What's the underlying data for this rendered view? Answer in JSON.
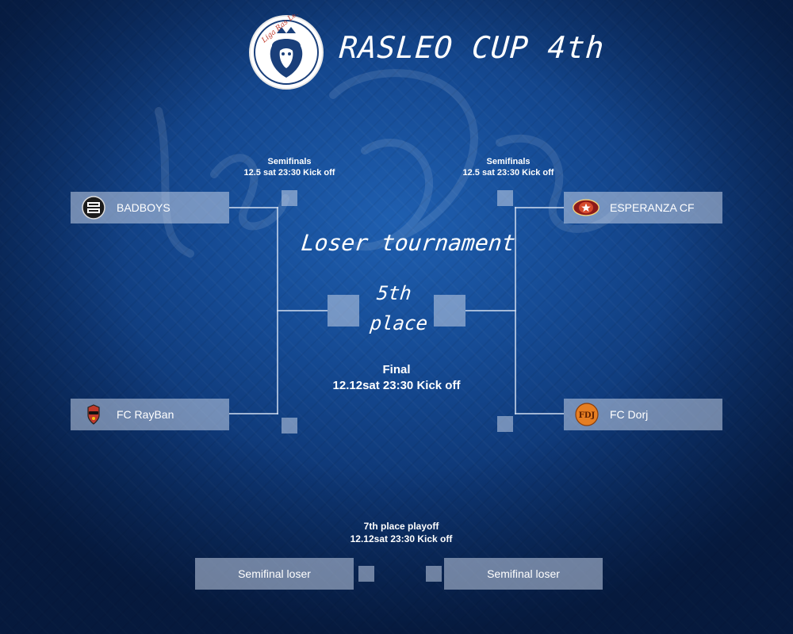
{
  "header": {
    "title": "RASLEO CUP 4th",
    "logo_text": "Liga Ras Leone"
  },
  "subtitle": {
    "tournament": "Loser tournament",
    "place_line1": "5th",
    "place_line2": "place"
  },
  "left_semifinal": {
    "line1": "Semifinals",
    "line2": "12.5 sat 23:30 Kick off"
  },
  "right_semifinal": {
    "line1": "Semifinals",
    "line2": "12.5 sat 23:30 Kick off"
  },
  "final": {
    "line1": "Final",
    "line2": "12.12sat 23:30 Kick off"
  },
  "teams": {
    "top_left": {
      "name": "BADBOYS",
      "crest": "badboys-crest"
    },
    "bottom_left": {
      "name": "FC RayBan",
      "crest": "rayban-crest"
    },
    "top_right": {
      "name": "ESPERANZA CF",
      "crest": "esperanza-crest"
    },
    "bottom_right": {
      "name": "FC Dorj",
      "crest": "dorj-crest"
    }
  },
  "seventh_place": {
    "line1": "7th place playoff",
    "line2": "12.12sat 23:30 Kick off",
    "left_team": "Semifinal loser",
    "right_team": "Semifinal loser"
  },
  "colors": {
    "background": "#154a93",
    "box": "#c4d2e8",
    "text": "#ffffff"
  }
}
